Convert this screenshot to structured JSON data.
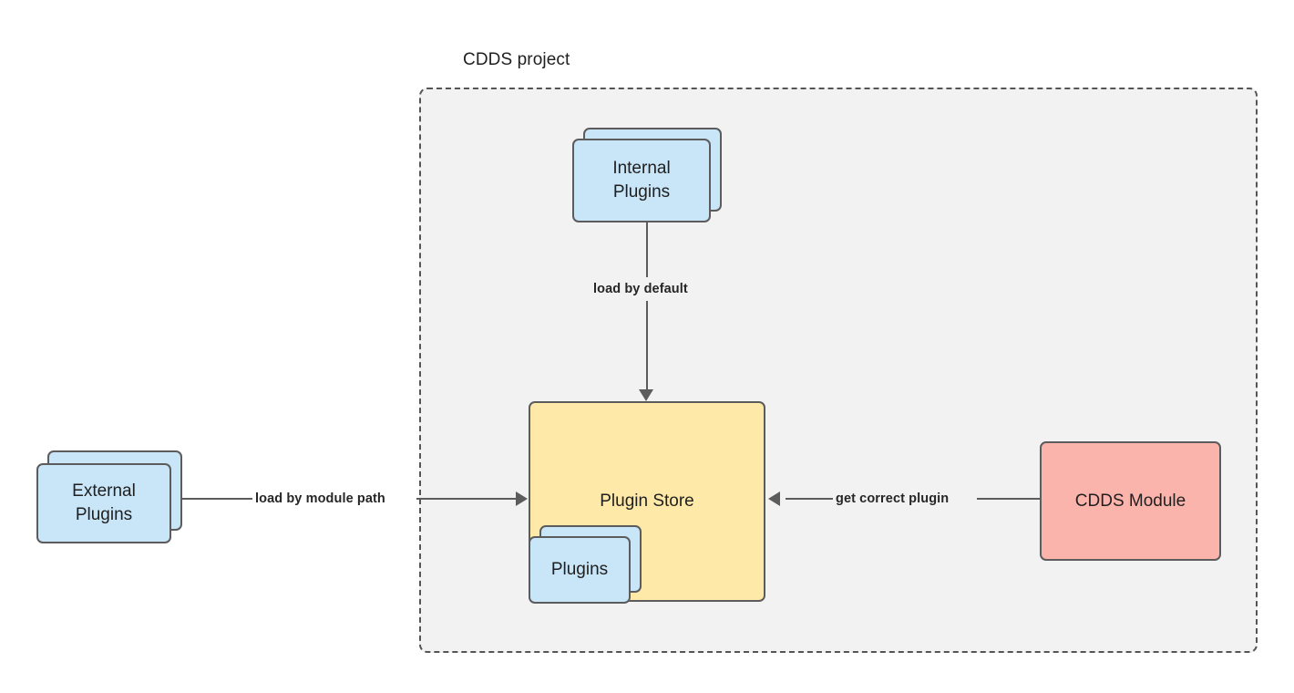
{
  "diagram": {
    "title": "CDDS project",
    "background_color": "#ffffff",
    "container": {
      "label": "CDDS project",
      "fill": "#f2f2f2",
      "stroke": "#555555",
      "stroke_style": "dashed"
    },
    "nodes": [
      {
        "id": "internal-plugins",
        "label": "Internal\nPlugins",
        "line1": "Internal",
        "line2": "Plugins",
        "shape": "stacked-card",
        "fill": "#c9e5f8",
        "stroke": "#5c5c5c"
      },
      {
        "id": "plugin-store",
        "label": "Plugin Store",
        "shape": "rounded-rect",
        "fill": "#ffe9a8",
        "stroke": "#5c5c5c"
      },
      {
        "id": "plugins",
        "label": "Plugins",
        "shape": "stacked-card",
        "fill": "#c9e5f8",
        "stroke": "#5c5c5c"
      },
      {
        "id": "external-plugins",
        "label": "External\nPlugins",
        "line1": "External",
        "line2": "Plugins",
        "shape": "stacked-card",
        "fill": "#c9e5f8",
        "stroke": "#5c5c5c"
      },
      {
        "id": "cdds-module",
        "label": "CDDS Module",
        "shape": "rounded-rect",
        "fill": "#fbb4ac",
        "stroke": "#5c5c5c"
      }
    ],
    "edges": [
      {
        "id": "load-by-default",
        "label": "load by default",
        "from": "internal-plugins",
        "to": "plugin-store",
        "direction": "down"
      },
      {
        "id": "load-by-module-path",
        "label": "load by module path",
        "from": "external-plugins",
        "to": "plugin-store",
        "direction": "right"
      },
      {
        "id": "get-correct-plugin",
        "label": "get correct plugin",
        "from": "cdds-module",
        "to": "plugin-store",
        "direction": "left"
      }
    ]
  }
}
